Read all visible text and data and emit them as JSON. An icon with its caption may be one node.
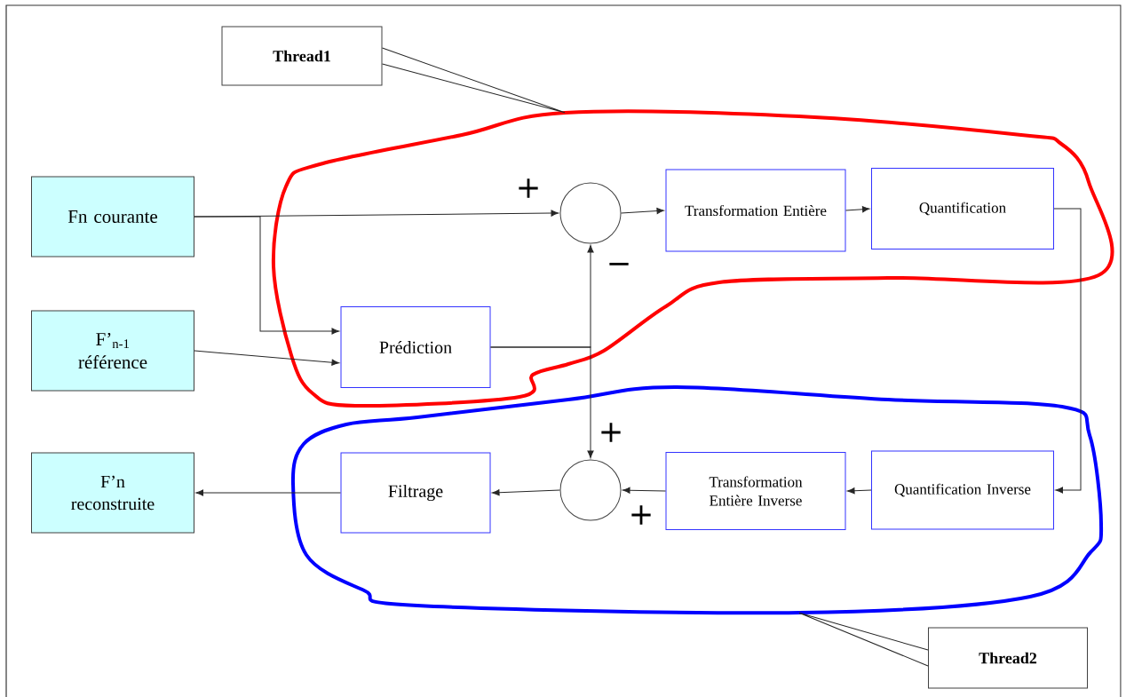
{
  "diagram": {
    "nodes": [
      {
        "text": [
          "Thread1"
        ]
      },
      {
        "text": [],
        "shape": "loop"
      },
      {
        "text": [
          "Fn courante"
        ]
      },
      {
        "text": [
          "F’$_{n-1}$ référence"
        ]
      },
      {
        "text": [
          "F’n reconstruite"
        ]
      },
      {
        "text": [],
        "shape": "circle",
        "in": 1
      },
      {
        "text": [
          "Transformation Entière"
        ],
        "in": 1
      },
      {
        "text": [
          "Quantification"
        ],
        "in": 1
      },
      {
        "text": [
          "Prédiction"
        ],
        "in": 1
      },
      {
        "text": [],
        "shape": "loop"
      },
      {
        "text": [
          "Filtrage"
        ],
        "in": 9
      },
      {
        "text": [],
        "shape": "circle",
        "in": 9
      },
      {
        "text": [
          "Transformation Entière Inverse"
        ],
        "in": 9
      },
      {
        "text": [
          "Quantification Inverse"
        ],
        "in": 9
      },
      {
        "text": [
          "Thread2"
        ]
      }
    ],
    "edges": [
      {
        "from": 0,
        "to": 1,
        "arrow": "none"
      },
      {
        "from": 2,
        "to": 5,
        "arrow": "to"
      },
      {
        "from": 2,
        "to": 8,
        "arrow": "to"
      },
      {
        "from": 3,
        "to": 8,
        "arrow": "to"
      },
      {
        "from": 8,
        "to": 5,
        "arrow": "to"
      },
      {
        "from": 8,
        "to": 11,
        "arrow": "to"
      },
      {
        "from": 5,
        "to": 6,
        "arrow": "to"
      },
      {
        "from": 6,
        "to": 7,
        "arrow": "to"
      },
      {
        "from": 7,
        "to": 13,
        "arrow": "to"
      },
      {
        "from": 13,
        "to": 12,
        "arrow": "to"
      },
      {
        "from": 12,
        "to": 11,
        "arrow": "to"
      },
      {
        "from": 11,
        "to": 10,
        "arrow": "to"
      },
      {
        "from": 10,
        "to": 4,
        "arrow": "to"
      },
      {
        "from": 14,
        "to": 9,
        "arrow": "none"
      }
    ],
    "labels": [
      "+",
      "−",
      "+",
      "+"
    ]
  }
}
